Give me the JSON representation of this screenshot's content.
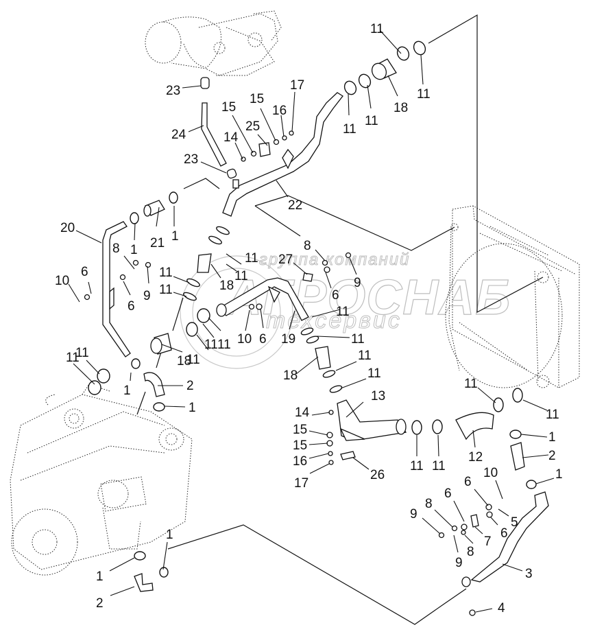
{
  "diagram": {
    "title": "Engine cooling system piping — exploded view",
    "watermark": {
      "line1": "группа компаний",
      "line2": "АГРОСНАБ",
      "line3": "техсервис"
    },
    "assemblies": [
      "turbocharger-assembly",
      "engine-block",
      "radiator"
    ],
    "callouts": [
      {
        "id": "c01",
        "text": "11"
      },
      {
        "id": "c02",
        "text": "11"
      },
      {
        "id": "c03",
        "text": "17"
      },
      {
        "id": "c04",
        "text": "15"
      },
      {
        "id": "c05",
        "text": "16"
      },
      {
        "id": "c06",
        "text": "23"
      },
      {
        "id": "c07",
        "text": "15"
      },
      {
        "id": "c08",
        "text": "25"
      },
      {
        "id": "c09",
        "text": "11"
      },
      {
        "id": "c10",
        "text": "11"
      },
      {
        "id": "c11",
        "text": "18"
      },
      {
        "id": "c12",
        "text": "24"
      },
      {
        "id": "c13",
        "text": "14"
      },
      {
        "id": "c14",
        "text": "23"
      },
      {
        "id": "c15",
        "text": "22"
      },
      {
        "id": "c16",
        "text": "20"
      },
      {
        "id": "c17",
        "text": "21"
      },
      {
        "id": "c18",
        "text": "1"
      },
      {
        "id": "c19",
        "text": "8"
      },
      {
        "id": "c20",
        "text": "1"
      },
      {
        "id": "c21",
        "text": "11"
      },
      {
        "id": "c22",
        "text": "6"
      },
      {
        "id": "c23",
        "text": "9"
      },
      {
        "id": "c24",
        "text": "11"
      },
      {
        "id": "c25",
        "text": "18"
      },
      {
        "id": "c26",
        "text": "10"
      },
      {
        "id": "c27",
        "text": "6"
      },
      {
        "id": "c28",
        "text": "11"
      },
      {
        "id": "c29",
        "text": "11"
      },
      {
        "id": "c30",
        "text": "27"
      },
      {
        "id": "c31",
        "text": "8"
      },
      {
        "id": "c32",
        "text": "9"
      },
      {
        "id": "c33",
        "text": "6"
      },
      {
        "id": "c34",
        "text": "11"
      },
      {
        "id": "c35",
        "text": "11"
      },
      {
        "id": "c36",
        "text": "11"
      },
      {
        "id": "c37",
        "text": "10"
      },
      {
        "id": "c38",
        "text": "6"
      },
      {
        "id": "c39",
        "text": "19"
      },
      {
        "id": "c40",
        "text": "18"
      },
      {
        "id": "c41",
        "text": "11"
      },
      {
        "id": "c42",
        "text": "11"
      },
      {
        "id": "c43",
        "text": "11"
      },
      {
        "id": "c44",
        "text": "11"
      },
      {
        "id": "c45",
        "text": "18"
      },
      {
        "id": "c46",
        "text": "1"
      },
      {
        "id": "c47",
        "text": "2"
      },
      {
        "id": "c48",
        "text": "1"
      },
      {
        "id": "c49",
        "text": "11"
      },
      {
        "id": "c50",
        "text": "11"
      },
      {
        "id": "c51",
        "text": "13"
      },
      {
        "id": "c52",
        "text": "14"
      },
      {
        "id": "c53",
        "text": "15"
      },
      {
        "id": "c54",
        "text": "15"
      },
      {
        "id": "c55",
        "text": "16"
      },
      {
        "id": "c56",
        "text": "17"
      },
      {
        "id": "c57",
        "text": "26"
      },
      {
        "id": "c58",
        "text": "11"
      },
      {
        "id": "c59",
        "text": "11"
      },
      {
        "id": "c60",
        "text": "12"
      },
      {
        "id": "c61",
        "text": "11"
      },
      {
        "id": "c62",
        "text": "11"
      },
      {
        "id": "c63",
        "text": "1"
      },
      {
        "id": "c64",
        "text": "2"
      },
      {
        "id": "c65",
        "text": "1"
      },
      {
        "id": "c66",
        "text": "10"
      },
      {
        "id": "c67",
        "text": "6"
      },
      {
        "id": "c68",
        "text": "6"
      },
      {
        "id": "c69",
        "text": "8"
      },
      {
        "id": "c70",
        "text": "9"
      },
      {
        "id": "c71",
        "text": "5"
      },
      {
        "id": "c72",
        "text": "6"
      },
      {
        "id": "c73",
        "text": "7"
      },
      {
        "id": "c74",
        "text": "8"
      },
      {
        "id": "c75",
        "text": "9"
      },
      {
        "id": "c76",
        "text": "3"
      },
      {
        "id": "c77",
        "text": "1"
      },
      {
        "id": "c78",
        "text": "1"
      },
      {
        "id": "c79",
        "text": "2"
      },
      {
        "id": "c80",
        "text": "4"
      }
    ]
  }
}
